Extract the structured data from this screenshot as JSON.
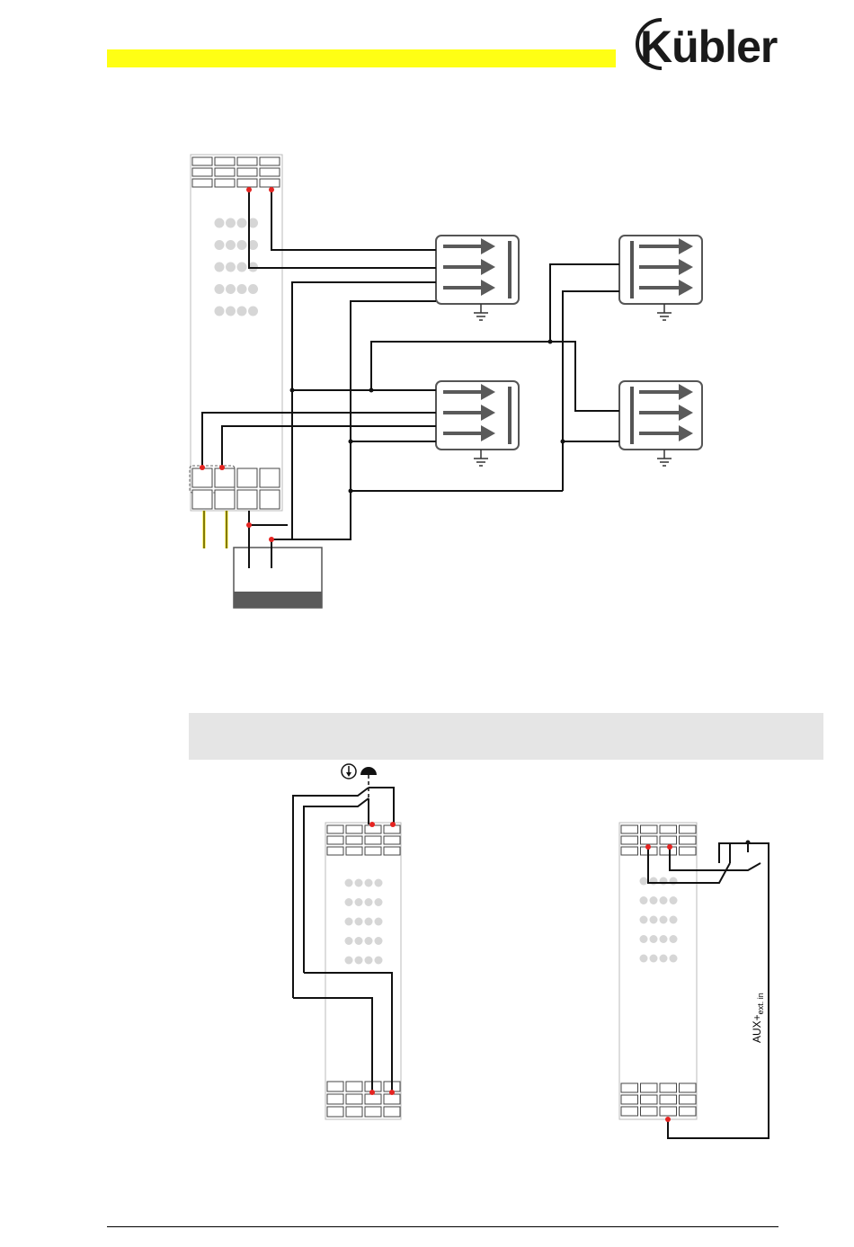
{
  "brand": {
    "logo_text": "Kübler"
  },
  "colors": {
    "header_bar": "#ffff14",
    "banner": "#e5e5e5",
    "terminal_dot": "#e52421",
    "yellow_wire": "#f5e400",
    "module_fill": "#ffffff",
    "led": "#d6d6d6",
    "output_box": "#5a5a5a"
  },
  "diagram2": {
    "aux_label_main": "AUX+",
    "aux_label_sub": "ext. in"
  },
  "icons": [
    "stop-clock-icon",
    "emergency-stop-mushroom-icon",
    "ground-icon",
    "arrow-icon"
  ]
}
